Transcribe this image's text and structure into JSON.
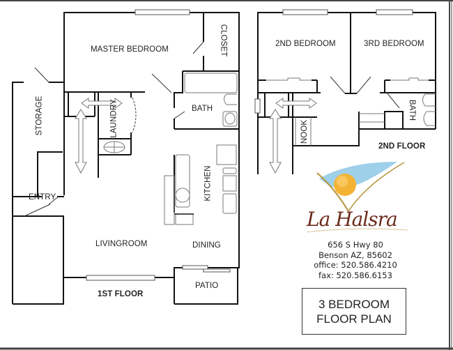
{
  "title_box": {
    "line1": "3 BEDROOM",
    "line2": "FLOOR PLAN"
  },
  "first_floor": {
    "label": "1ST FLOOR",
    "rooms": {
      "master_bedroom": "MASTER BEDROOM",
      "closet": "CLOSET",
      "storage": "STORAGE",
      "laundry": "LAUNDRY",
      "bath": "BATH",
      "kitchen": "KITCHEN",
      "entry": "ENTRY",
      "livingroom": "LIVINGROOM",
      "dining": "DINING",
      "patio": "PATIO"
    }
  },
  "second_floor": {
    "label": "2ND FLOOR",
    "rooms": {
      "bedroom2": "2ND BEDROOM",
      "bedroom3": "3RD BEDROOM",
      "bath": "BATH",
      "nook": "NOOK"
    }
  },
  "branding": {
    "logo_text": "La Halsra",
    "logo_colors": {
      "sun": "#f5b335",
      "sky": "#7fbfdf",
      "text": "#6b2a1a",
      "swoosh": "#b8923a"
    }
  },
  "contact": {
    "address_line1": "656 S Hwy 80",
    "address_line2": "Benson AZ, 85602",
    "office": "office: 520.586.4210",
    "fax": "fax: 520.586.6153"
  },
  "colors": {
    "wall": "#111111",
    "frame": "#444444",
    "fixture": "#888888"
  }
}
